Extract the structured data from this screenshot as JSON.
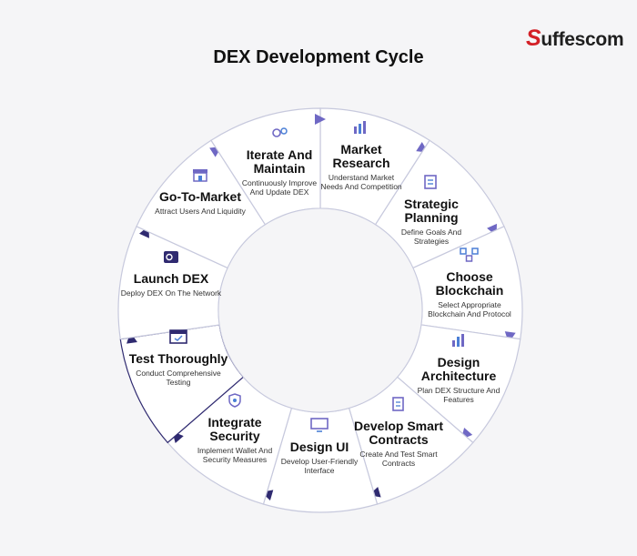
{
  "title": "DEX Development Cycle",
  "brand": {
    "initial": "S",
    "rest": "uffescom"
  },
  "steps": [
    {
      "name": "Market Research",
      "desc": "Understand Market Needs And Competition"
    },
    {
      "name": "Strategic Planning",
      "desc": "Define Goals And Strategies"
    },
    {
      "name": "Choose Blockchain",
      "desc": "Select Appropriate Blockchain And Protocol"
    },
    {
      "name": "Design Architecture",
      "desc": "Plan DEX Structure And Features"
    },
    {
      "name": "Develop Smart Contracts",
      "desc": "Create And Test Smart Contracts"
    },
    {
      "name": "Design UI",
      "desc": "Develop User-Friendly Interface"
    },
    {
      "name": "Integrate Security",
      "desc": "Implement Wallet And Security Measures"
    },
    {
      "name": "Test Thoroughly",
      "desc": "Conduct Comprehensive Testing"
    },
    {
      "name": "Launch DEX",
      "desc": "Deploy DEX On The Network"
    },
    {
      "name": "Go-To-Market",
      "desc": "Attract Users And Liquidity"
    },
    {
      "name": "Iterate And Maintain",
      "desc": "Continuously Improve And Update DEX"
    }
  ],
  "colors": {
    "ring": "#ffffff",
    "stroke": "#c7c9dd",
    "accent": "#6f68c4",
    "dark": "#2f2a70",
    "blue": "#4b7fd6"
  }
}
